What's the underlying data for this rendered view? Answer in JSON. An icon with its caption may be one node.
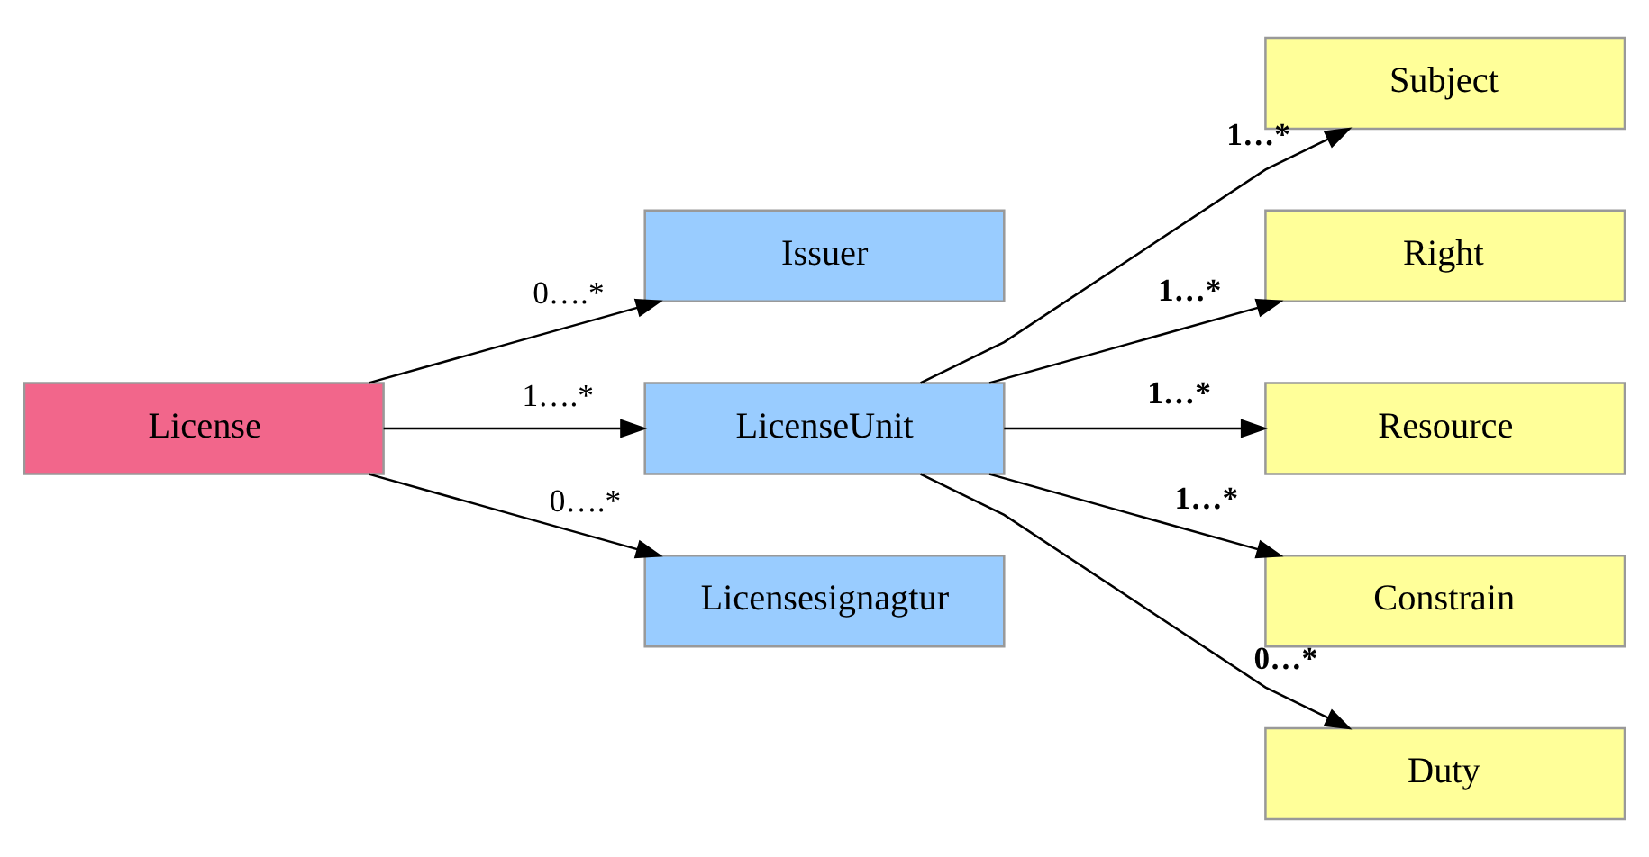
{
  "diagram": {
    "nodes": [
      {
        "text": [
          "License"
        ]
      },
      {
        "text": [
          "Issuer"
        ]
      },
      {
        "text": [
          "LicenseUnit"
        ]
      },
      {
        "text": [
          "Licensesignagtur"
        ]
      },
      {
        "text": [
          "Subject"
        ]
      },
      {
        "text": [
          "Right"
        ]
      },
      {
        "text": [
          "Resource"
        ]
      },
      {
        "text": [
          "Constrain"
        ]
      },
      {
        "text": [
          "Duty"
        ]
      }
    ],
    "edges": [
      {
        "from": 0,
        "to": 1,
        "arrow": "to",
        "label": "0….*"
      },
      {
        "from": 0,
        "to": 2,
        "arrow": "to",
        "label": "1….*"
      },
      {
        "from": 0,
        "to": 3,
        "arrow": "to",
        "label": "0….*"
      },
      {
        "from": 2,
        "to": 4,
        "arrow": "to",
        "label": "1…*"
      },
      {
        "from": 2,
        "to": 5,
        "arrow": "to",
        "label": "1…*"
      },
      {
        "from": 2,
        "to": 6,
        "arrow": "to",
        "label": "1…*"
      },
      {
        "from": 2,
        "to": 7,
        "arrow": "to",
        "label": "1…*"
      },
      {
        "from": 2,
        "to": 8,
        "arrow": "to",
        "label": "0…*"
      }
    ]
  }
}
